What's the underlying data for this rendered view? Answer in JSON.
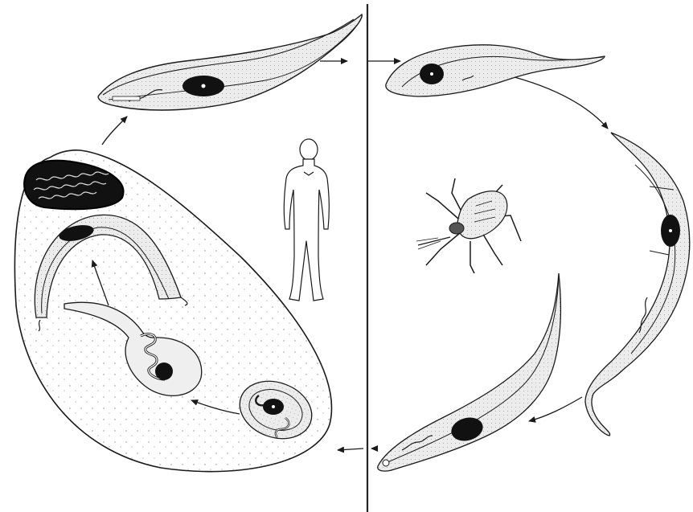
{
  "diagram": {
    "title": "",
    "left_host": "human",
    "right_host": "insect-vector",
    "stages": [
      {
        "id": "trypomastigote-blood",
        "host": "human"
      },
      {
        "id": "epimastigote-vector",
        "host": "insect-vector"
      },
      {
        "id": "elongated-form-vector",
        "host": "insect-vector"
      },
      {
        "id": "metacyclic-trypomastigote",
        "host": "insect-vector"
      },
      {
        "id": "amastigote-in-cell",
        "host": "human"
      },
      {
        "id": "dividing-intracellular-form",
        "host": "human"
      },
      {
        "id": "trypomastigote-in-cell",
        "host": "human"
      }
    ],
    "icons": [
      "human-figure-icon",
      "insect-vector-icon"
    ],
    "colors": {
      "ink": "#1a1a1a",
      "cytoplasm": "#e9e9e9",
      "paper": "#ffffff"
    }
  }
}
